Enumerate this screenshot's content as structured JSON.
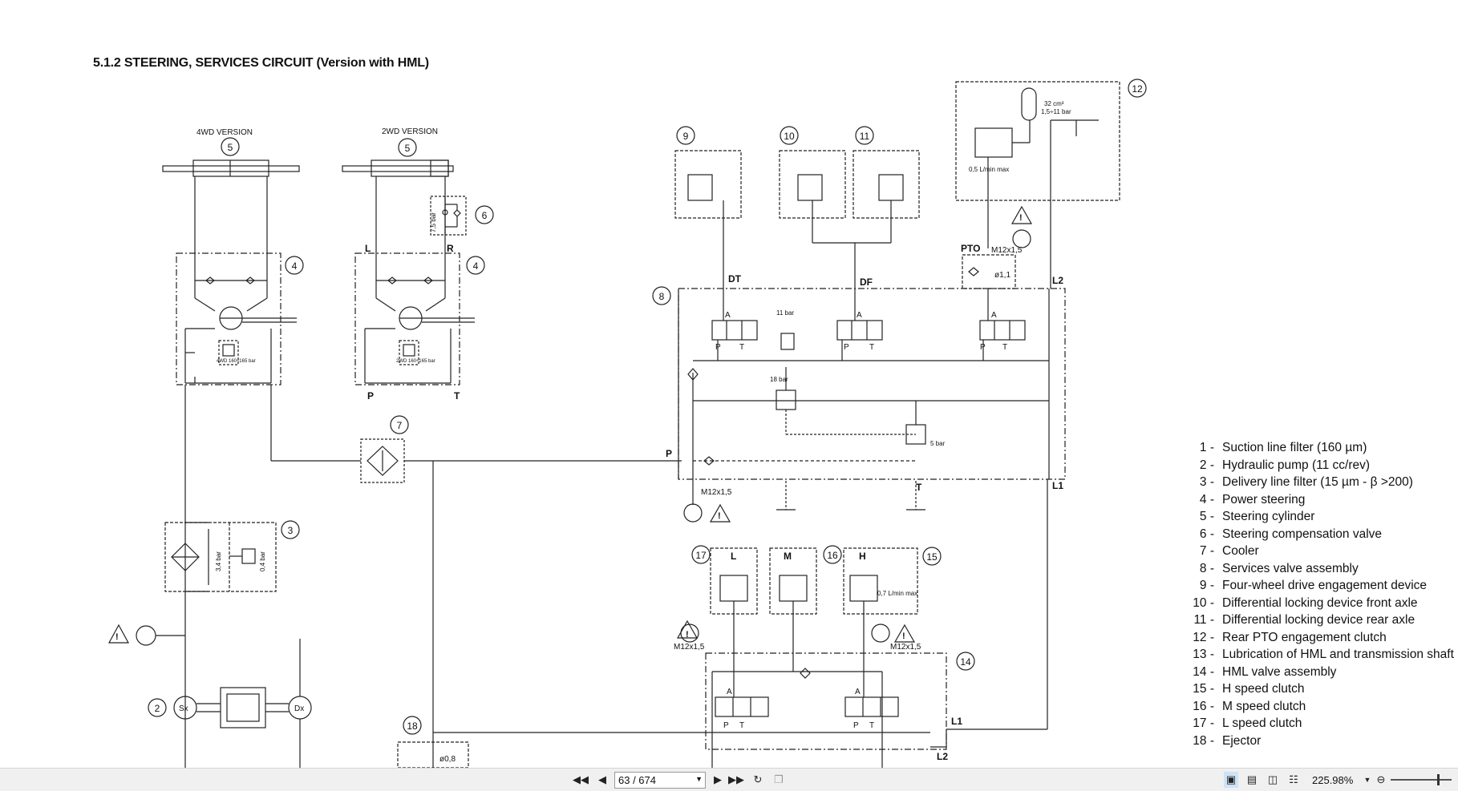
{
  "document": {
    "title": "5.1.2 STEERING, SERVICES CIRCUIT (Version with HML)"
  },
  "diagram": {
    "labels": {
      "v4wd": "4WD VERSION",
      "v2wd": "2WD VERSION",
      "bar75": "7,5 bar",
      "bar34": "3,4 bar",
      "bar04": "0,4 bar",
      "bar11": "11 bar",
      "bar18": "18 bar",
      "bar5": "5 bar",
      "acc_vol": "32 cm³",
      "acc_press": "1,5÷11 bar",
      "flow05": "0,5 L/min max",
      "flow07": "0,7 L/min max",
      "relief4wd": "4WD 160÷165 bar",
      "relief2wd": "2WD 160÷165 bar",
      "m12": "M12x1,5",
      "phi11": "ø1,1",
      "phi08": "ø0,8",
      "pto": "PTO",
      "dt": "DT",
      "df": "DF",
      "l": "L",
      "r": "R",
      "p": "P",
      "t": "T",
      "a": "A",
      "l1": "L1",
      "l2": "L2",
      "m": "M",
      "h": "H",
      "sx": "Sx",
      "dx": "Dx"
    },
    "callouts": [
      "2",
      "3",
      "4",
      "5",
      "6",
      "7",
      "8",
      "9",
      "10",
      "11",
      "12",
      "14",
      "15",
      "16",
      "17",
      "18"
    ]
  },
  "legend": [
    {
      "num": "1 -",
      "text": "Suction line filter (160 µm)"
    },
    {
      "num": "2 -",
      "text": "Hydraulic pump (11 cc/rev)"
    },
    {
      "num": "3 -",
      "text": "Delivery line filter (15 µm - β >200)"
    },
    {
      "num": "4 -",
      "text": "Power steering"
    },
    {
      "num": "5 -",
      "text": "Steering cylinder"
    },
    {
      "num": "6 -",
      "text": "Steering compensation valve"
    },
    {
      "num": "7 -",
      "text": "Cooler"
    },
    {
      "num": "8 -",
      "text": "Services valve assembly"
    },
    {
      "num": "9 -",
      "text": "Four-wheel drive engagement device"
    },
    {
      "num": "10 -",
      "text": "Differential locking device front axle"
    },
    {
      "num": "11 -",
      "text": "Differential locking device rear axle"
    },
    {
      "num": "12 -",
      "text": "Rear PTO engagement  clutch"
    },
    {
      "num": "13 -",
      "text": "Lubrication of HML and transmission shaft"
    },
    {
      "num": "14 -",
      "text": "HML valve assembly"
    },
    {
      "num": "15 -",
      "text": "H speed clutch"
    },
    {
      "num": "16 -",
      "text": "M speed clutch"
    },
    {
      "num": "17 -",
      "text": "L speed clutch"
    },
    {
      "num": "18 -",
      "text": "Ejector"
    }
  ],
  "viewer": {
    "page_indicator": "63 / 674",
    "zoom": "225.98%"
  },
  "icons": [
    "first-page-icon",
    "prev-page-icon",
    "next-page-icon",
    "last-page-icon",
    "rotate-icon",
    "single-page-icon",
    "continuous-icon",
    "two-page-icon",
    "scroll-icon",
    "zoom-out-icon",
    "zoom-slider-icon"
  ]
}
